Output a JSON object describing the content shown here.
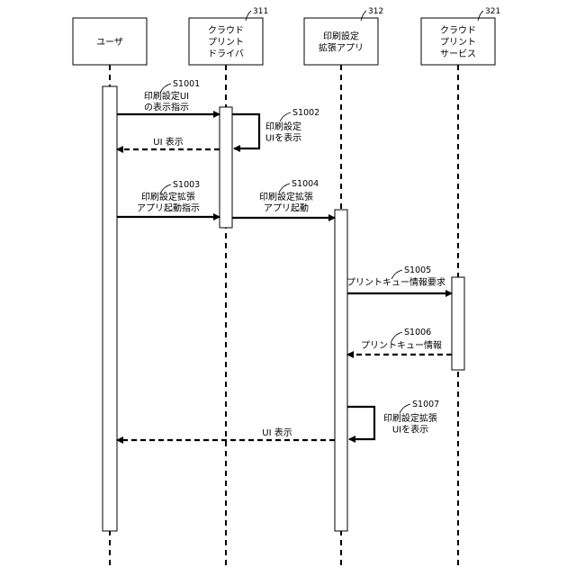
{
  "participants": [
    {
      "id": "user",
      "label": [
        "ユーザ"
      ],
      "ref": ""
    },
    {
      "id": "driver",
      "label": [
        "クラウド",
        "プリント",
        "ドライバ"
      ],
      "ref": "311"
    },
    {
      "id": "app",
      "label": [
        "印刷設定",
        "拡張アプリ"
      ],
      "ref": "312"
    },
    {
      "id": "service",
      "label": [
        "クラウド",
        "プリント",
        "サービス"
      ],
      "ref": "321"
    }
  ],
  "messages": [
    {
      "step": "S1001",
      "text": [
        "印刷設定UI",
        "の表示指示"
      ],
      "from": "user",
      "to": "driver",
      "style": "solid"
    },
    {
      "step": "S1002",
      "text": [
        "印刷設定",
        "UIを表示"
      ],
      "from": "driver",
      "to": "driver",
      "style": "self"
    },
    {
      "step": "",
      "text": [
        "UI 表示"
      ],
      "from": "driver",
      "to": "user",
      "style": "dashed"
    },
    {
      "step": "S1003",
      "text": [
        "印刷設定拡張",
        "アプリ起動指示"
      ],
      "from": "user",
      "to": "driver",
      "style": "solid"
    },
    {
      "step": "S1004",
      "text": [
        "印刷設定拡張",
        "アプリ起動"
      ],
      "from": "driver",
      "to": "app",
      "style": "solid"
    },
    {
      "step": "S1005",
      "text": [
        "プリントキュー情報要求"
      ],
      "from": "app",
      "to": "service",
      "style": "solid"
    },
    {
      "step": "S1006",
      "text": [
        "プリントキュー情報"
      ],
      "from": "service",
      "to": "app",
      "style": "dashed"
    },
    {
      "step": "S1007",
      "text": [
        "印刷設定拡張",
        "UIを表示"
      ],
      "from": "app",
      "to": "app",
      "style": "self"
    },
    {
      "step": "",
      "text": [
        "UI 表示"
      ],
      "from": "app",
      "to": "user",
      "style": "dashed"
    }
  ]
}
